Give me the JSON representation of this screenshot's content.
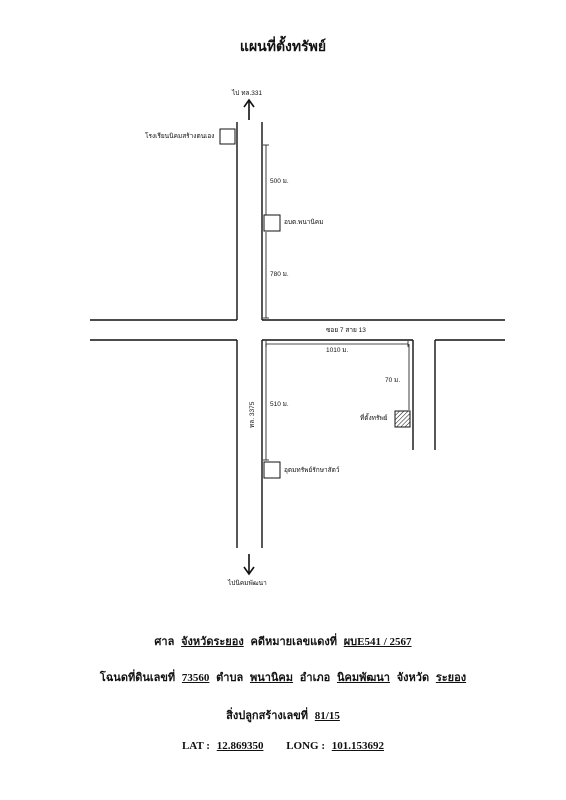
{
  "title": "แผนที่ตั้งทรัพย์",
  "labels": {
    "to_top": "ไป ทล.331",
    "school": "โรงเรียนนิคมสร้างตนเอง",
    "dist_500": "500 ม.",
    "tambon_office": "อบต.พนานิคม",
    "dist_780": "780 ม.",
    "soi": "ซอย 7 สาย 13",
    "dist_1010": "1010 ม.",
    "dist_70": "70 ม.",
    "property": "ที่ตั้งทรัพย์",
    "dist_510": "510 ม.",
    "road_375": "ทล. 3375",
    "park": "อุตมทรัพย์รักษาสัตว์",
    "to_bottom": "ไปนิคมพัฒนา"
  },
  "info": {
    "court_label": "ศาล",
    "court_value": "จังหวัดระยอง",
    "case_label": "คดีหมายเลขแดงที่",
    "case_value": "ผบE541   / 2567",
    "deed_label": "โฉนดที่ดินเลขที่",
    "deed_value": "73560",
    "tambon_label": "ตำบล",
    "tambon_value": "พนานิคม",
    "amphoe_label": "อำเภอ",
    "amphoe_value": "นิคมพัฒนา",
    "province_label": "จังหวัด",
    "province_value": "ระยอง",
    "building_label": "สิ่งปลูกสร้างเลขที่",
    "building_value": "81/15",
    "lat_label": "LAT :",
    "lat_value": "12.869350",
    "long_label": "LONG :",
    "long_value": "101.153692"
  }
}
